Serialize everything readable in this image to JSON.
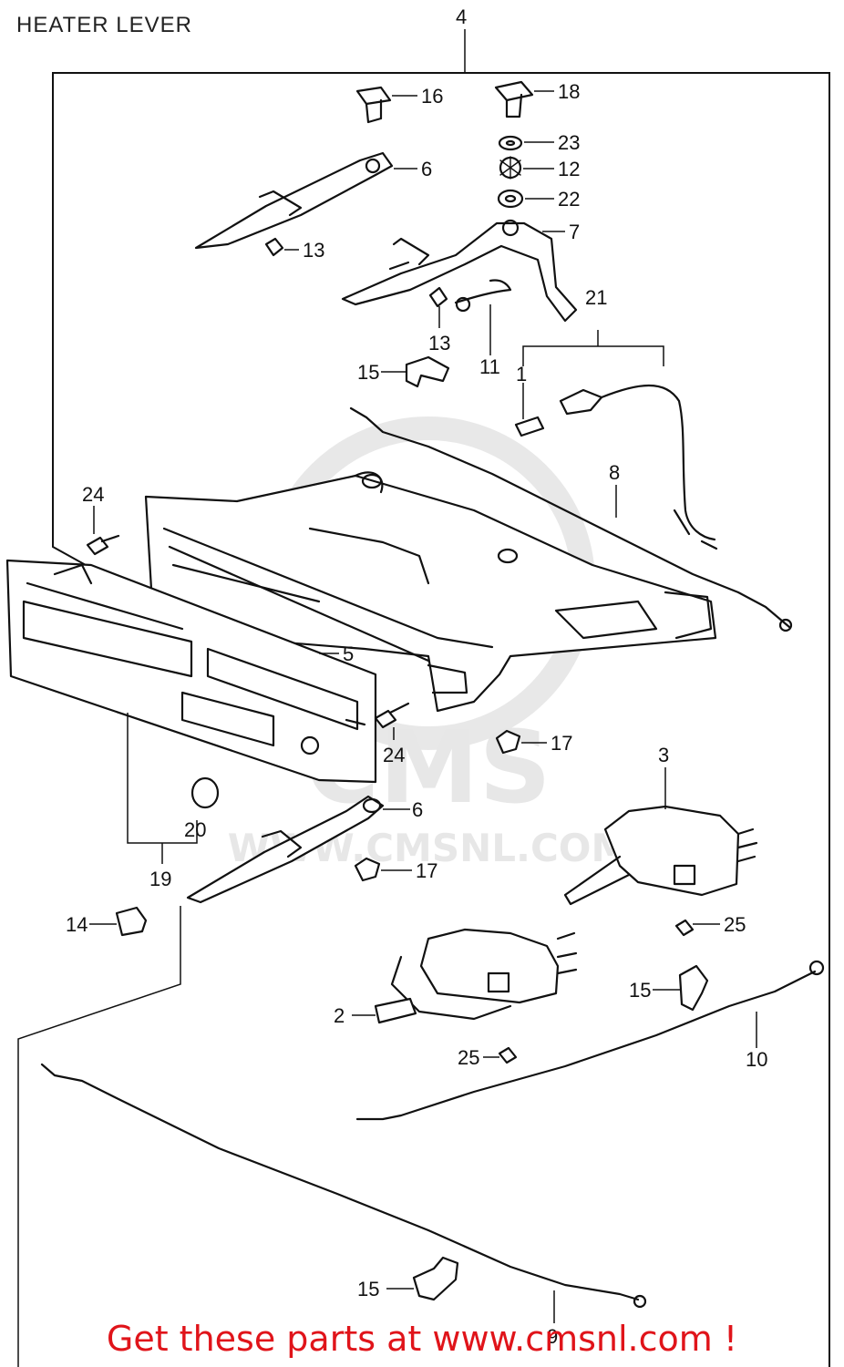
{
  "title": "HEATER LEVER",
  "watermark": {
    "text": "WWW.CMSNL.COM",
    "logo_text": "CMS",
    "color": "#d0d0d0"
  },
  "footer": {
    "text": "Get these parts at www.cmsnl.com !",
    "color": "#e0141a"
  },
  "callouts": {
    "c4": "4",
    "c16": "16",
    "c18": "18",
    "c23": "23",
    "c12": "12",
    "c22": "22",
    "c6a": "6",
    "c13a": "13",
    "c7": "7",
    "c21": "21",
    "c13b": "13",
    "c11": "11",
    "c15a": "15",
    "c1": "1",
    "c8": "8",
    "c24a": "24",
    "c5": "5",
    "c24b": "24",
    "c17a": "17",
    "c3": "3",
    "c20": "20",
    "c6b": "6",
    "c17b": "17",
    "c19": "19",
    "c14": "14",
    "c25a": "25",
    "c15b": "15",
    "c2": "2",
    "c25b": "25",
    "c10": "10",
    "c15c": "15",
    "c9": "9"
  }
}
